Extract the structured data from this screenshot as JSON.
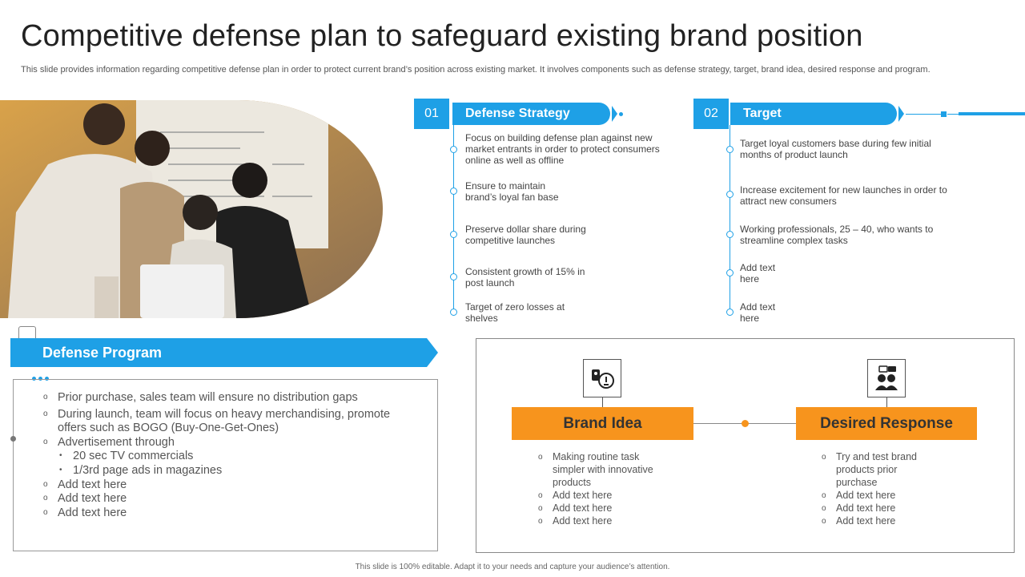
{
  "title": "Competitive defense plan to safeguard existing brand position",
  "description": "This slide provides information regarding competitive defense plan in order to protect current brand’s position across existing market. It involves components such as defense strategy, target, brand idea, desired response and program.",
  "strategy": {
    "number": "01",
    "heading": "Defense Strategy",
    "items": [
      "Focus on building defense plan against new market entrants in order to protect consumers online as well as offline",
      "Ensure to maintain brand’s loyal fan base",
      "Preserve dollar share during competitive launches",
      "Consistent growth of 15% in post launch",
      "Target of zero losses at shelves"
    ]
  },
  "target": {
    "number": "02",
    "heading": "Target",
    "items": [
      "Target loyal customers base during few initial months of product launch",
      "Increase excitement for new launches in order to attract new consumers",
      "Working professionals, 25 – 40, who wants to streamline complex tasks",
      "Add text here",
      "Add text here"
    ]
  },
  "program": {
    "heading": "Defense Program",
    "items": [
      "Prior purchase, sales team will ensure no distribution gaps",
      "During launch, team will focus on heavy merchandising, promote offers such as BOGO (Buy-One-Get-Ones)",
      "Advertisement through",
      "20 sec TV commercials",
      "1/3rd page ads in magazines",
      "Add text here",
      "Add text here",
      "Add text here"
    ]
  },
  "brand_idea": {
    "heading": "Brand Idea",
    "items": [
      "Making routine task simpler with innovative products",
      "Add text here",
      "Add text here",
      "Add text here"
    ]
  },
  "desired_response": {
    "heading": "Desired Response",
    "items": [
      "Try and test brand products prior purchase",
      "Add text here",
      "Add text here",
      "Add text here"
    ]
  },
  "footer": "This slide is 100% editable. Adapt it to your needs and capture your audience’s attention.",
  "colors": {
    "accent_blue": "#1ea0e6",
    "accent_orange": "#f7941d"
  },
  "icons": [
    "lightbulb-tag-icon",
    "people-chat-icon"
  ]
}
